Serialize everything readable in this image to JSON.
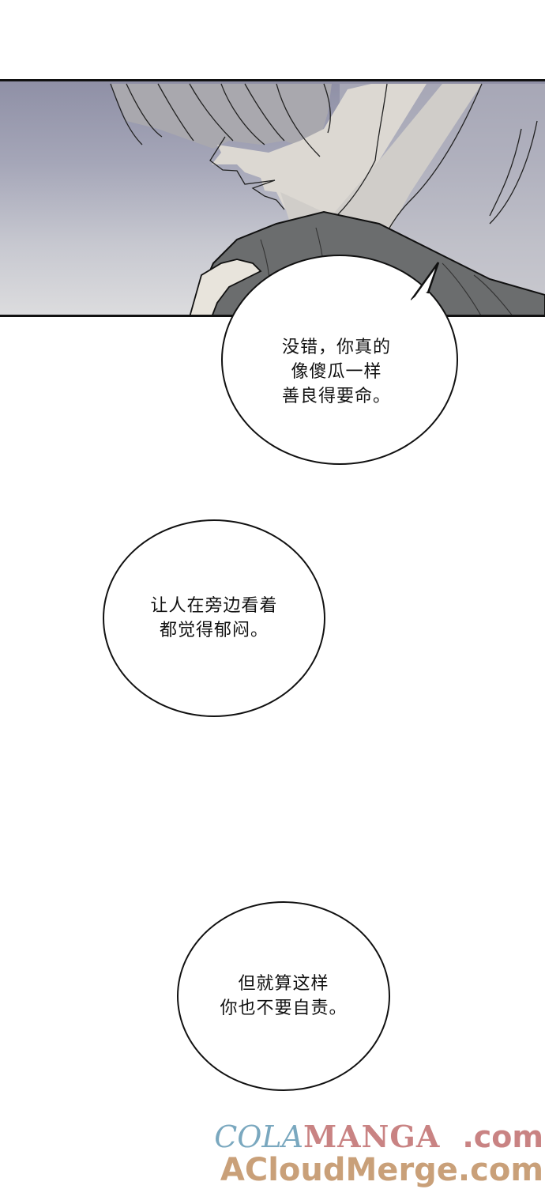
{
  "panel": {
    "description": "Close-up of a person with lowered head, a hand resting on another's shoulder",
    "colors": {
      "bg_top": "#8f90a6",
      "bg_bottom": "#dcdcde",
      "shirt": "#6b6d6e",
      "skin": "#e8e4dc",
      "hair": "#a9a8ae"
    }
  },
  "bubbles": [
    {
      "text": "没错，你真的\n像傻瓜一样\n善良得要命。"
    },
    {
      "text": "让人在旁边看着\n都觉得郁闷。"
    },
    {
      "text": "但就算这样\n你也不要自责。"
    }
  ],
  "watermark": {
    "line1_part1": "COLA",
    "line1_part2": "MANGA",
    "line1_part3": ".com",
    "line2": "ACloudMerge.com",
    "colors": {
      "cola": "#7aa8bf",
      "manga": "#c98383",
      "acloud": "#c9a079"
    }
  }
}
